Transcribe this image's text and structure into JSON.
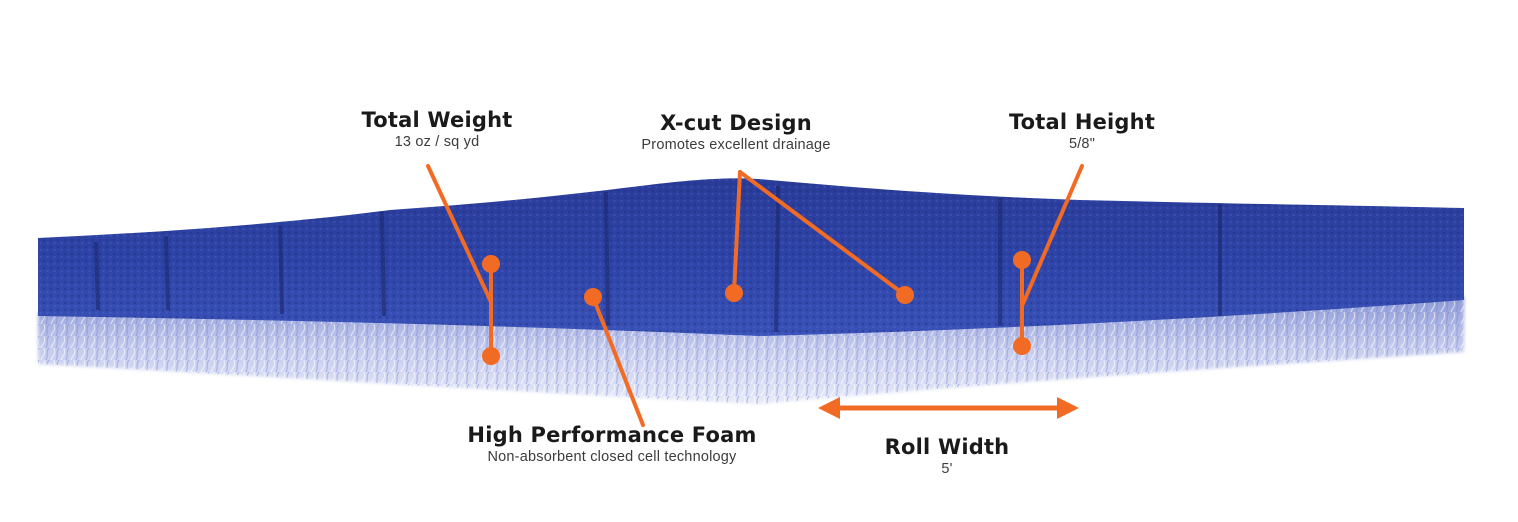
{
  "accent_color": "#f26b24",
  "product_color": "#2c3f9e",
  "callouts": {
    "total_weight": {
      "title": "Total Weight",
      "sub": "13 oz / sq yd"
    },
    "xcut_design": {
      "title": "X-cut Design",
      "sub": "Promotes excellent drainage"
    },
    "total_height": {
      "title": "Total Height",
      "sub": "5/8\""
    },
    "foam": {
      "title": "High Performance Foam",
      "sub": "Non-absorbent closed cell technology"
    },
    "roll_width": {
      "title": "Roll Width",
      "sub": "5'"
    }
  }
}
